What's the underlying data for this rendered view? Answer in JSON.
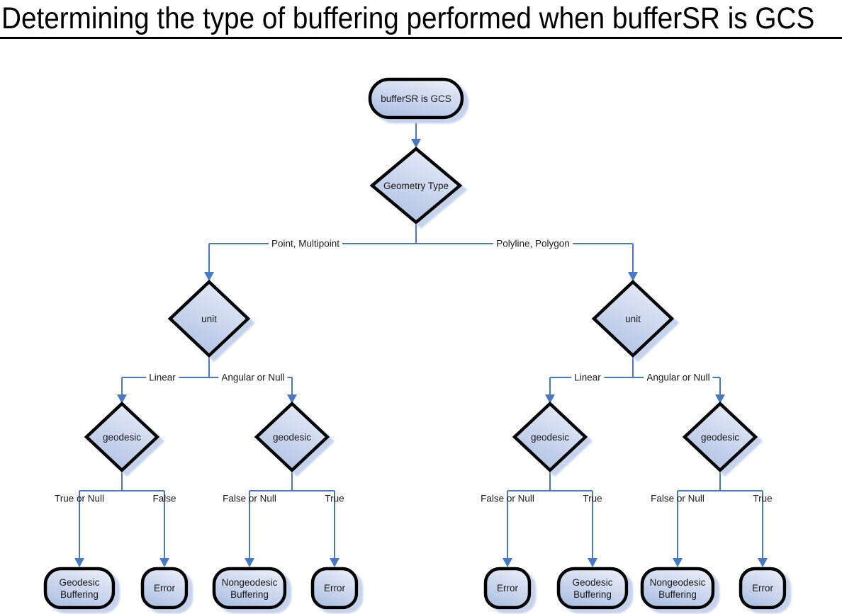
{
  "title": "Determining the type of buffering performed when bufferSR is GCS",
  "colors": {
    "connector": "#4a79c4",
    "node_border": "#000000",
    "node_fill_top": "#e7edf8",
    "node_fill_bottom": "#aec0e2",
    "node_shadow": "#c6d3ec",
    "text": "#1a1a1a"
  },
  "flow": {
    "start": {
      "label": "bufferSR is GCS"
    },
    "decisions": [
      {
        "label": "Geometry Type"
      },
      {
        "label": "unit"
      },
      {
        "label": "unit"
      },
      {
        "label": "geodesic"
      },
      {
        "label": "geodesic"
      },
      {
        "label": "geodesic"
      },
      {
        "label": "geodesic"
      }
    ],
    "edges": [
      {
        "label": "Point, Multipoint"
      },
      {
        "label": "Polyline, Polygon"
      },
      {
        "label": "Linear"
      },
      {
        "label": "Angular or Null"
      },
      {
        "label": "Linear"
      },
      {
        "label": "Angular or Null"
      },
      {
        "label": "True or Null"
      },
      {
        "label": "False"
      },
      {
        "label": "False or Null"
      },
      {
        "label": "True"
      },
      {
        "label": "False or Null"
      },
      {
        "label": "True"
      },
      {
        "label": "False or Null"
      },
      {
        "label": "True"
      }
    ],
    "terminals": [
      {
        "lines": [
          "Geodesic",
          "Buffering"
        ]
      },
      {
        "lines": [
          "Error"
        ]
      },
      {
        "lines": [
          "Nongeodesic",
          "Buffering"
        ]
      },
      {
        "lines": [
          "Error"
        ]
      },
      {
        "lines": [
          "Error"
        ]
      },
      {
        "lines": [
          "Geodesic",
          "Buffering"
        ]
      },
      {
        "lines": [
          "Nongeodesic",
          "Buffering"
        ]
      },
      {
        "lines": [
          "Error"
        ]
      }
    ]
  }
}
